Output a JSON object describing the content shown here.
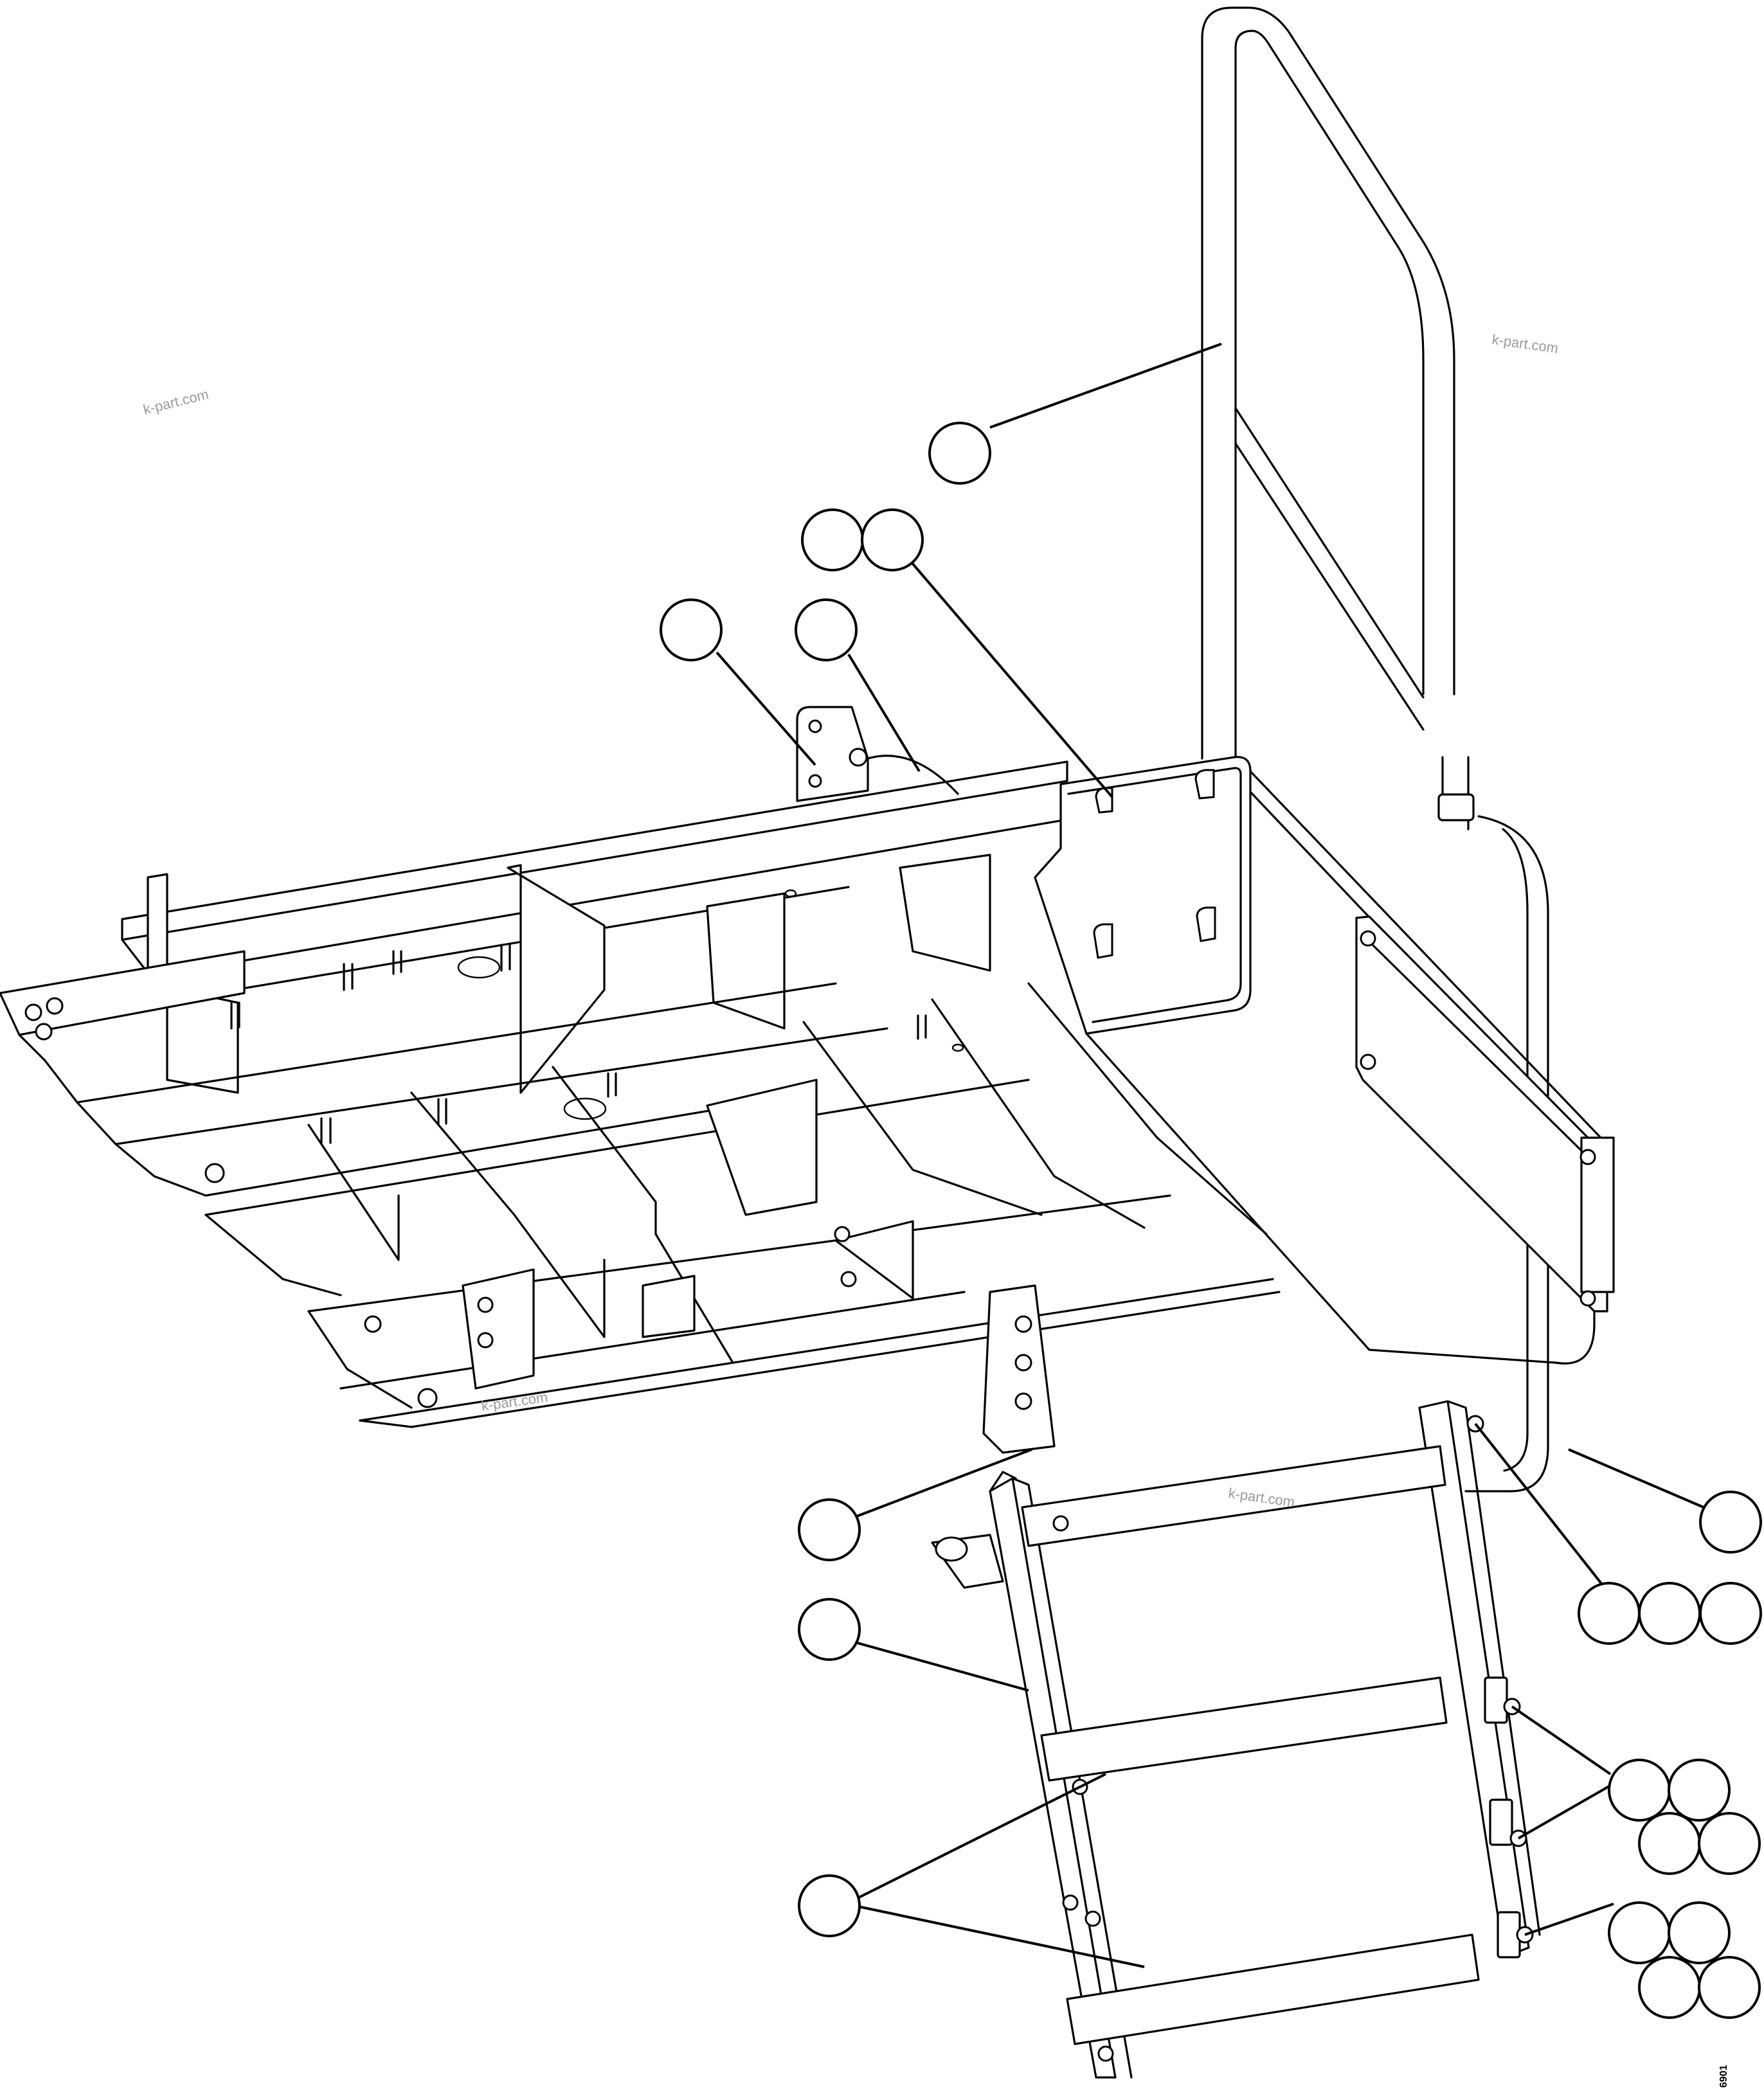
{
  "watermarks": [
    "k-part.com",
    "k-part.com",
    "k-part.com",
    "k-part.com"
  ],
  "drawing_code": "6901",
  "colors": {
    "line": "#000000",
    "background": "#ffffff",
    "watermark": "#9a9a9a"
  }
}
